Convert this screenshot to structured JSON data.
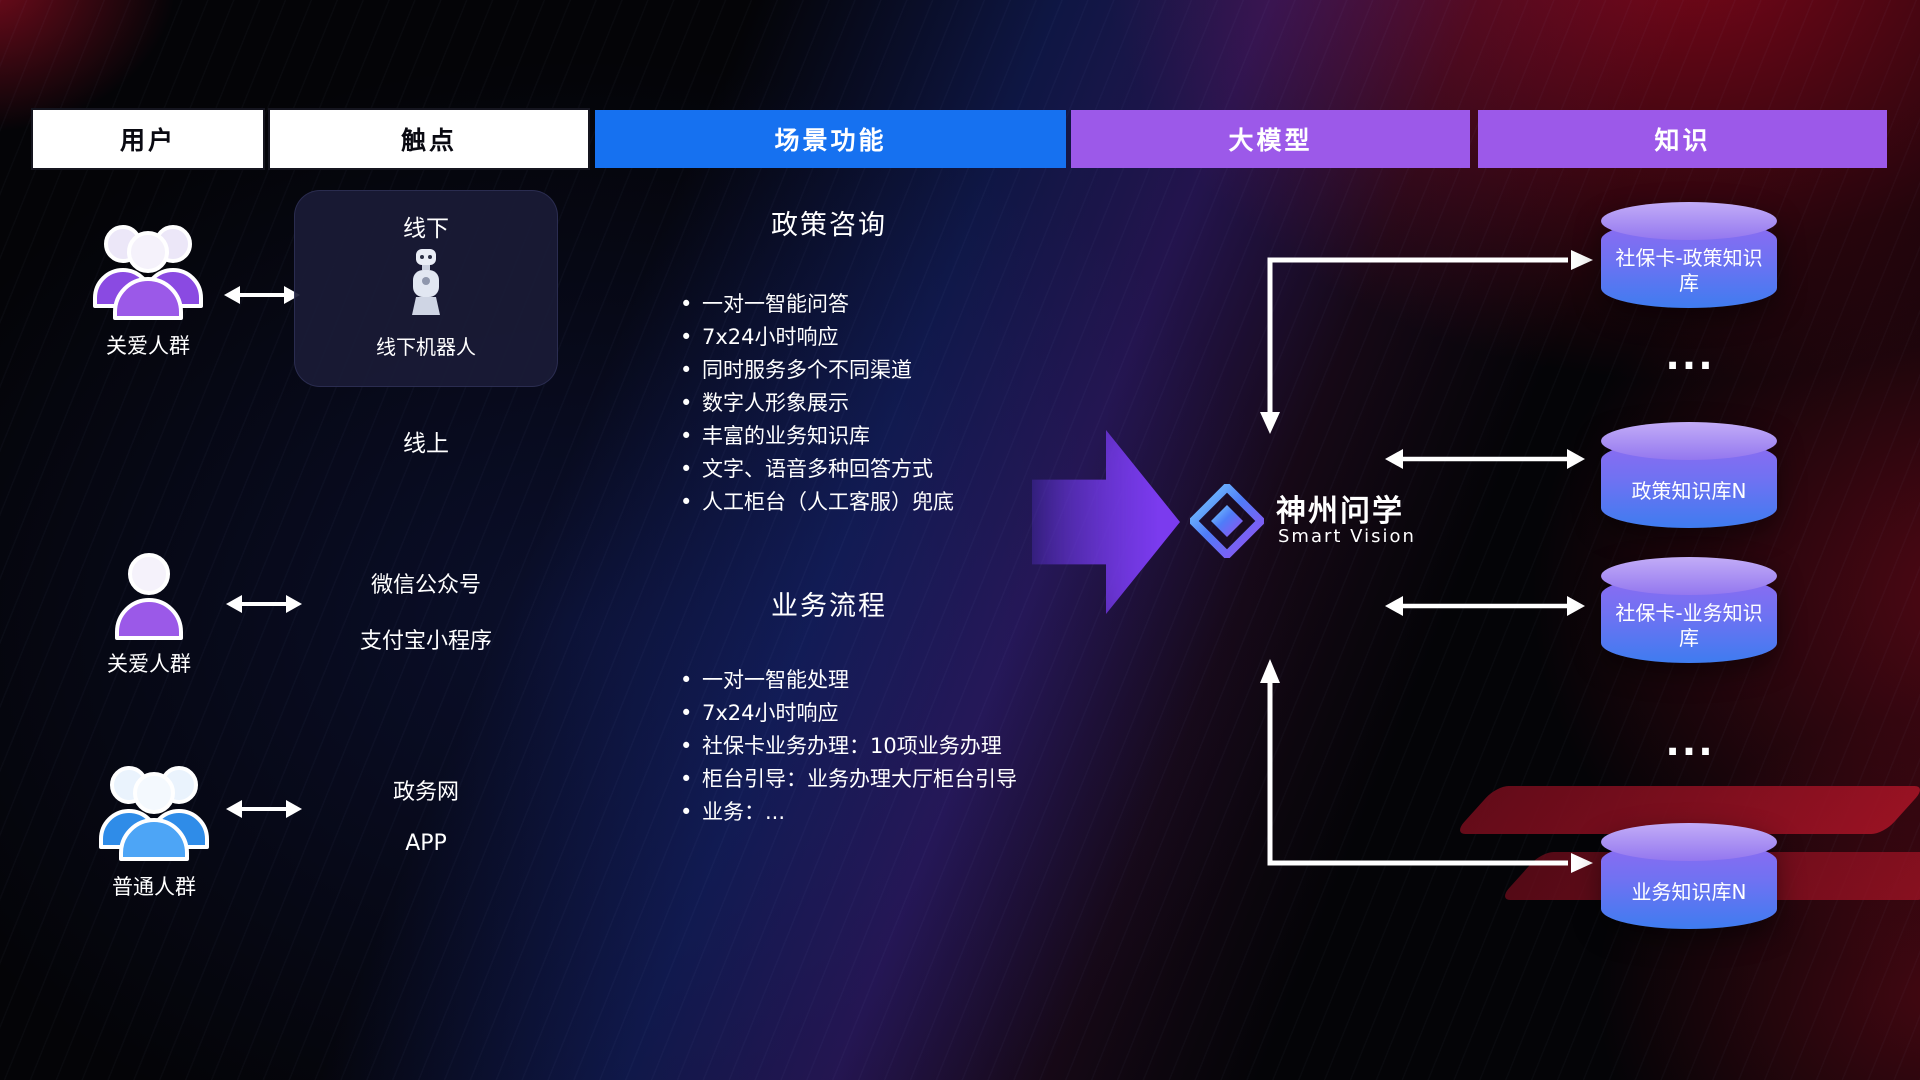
{
  "header": {
    "col_user": "用户",
    "col_touchpoint": "触点",
    "col_scenario": "场景功能",
    "col_model": "大模型",
    "col_knowledge": "知识"
  },
  "users": {
    "group1_label": "关爱人群",
    "group2_label": "关爱人群",
    "group3_label": "普通人群"
  },
  "touchpoints": {
    "offline_title": "线下",
    "offline_robot": "线下机器人",
    "online_title": "线上",
    "wechat": "微信公众号",
    "alipay": "支付宝小程序",
    "gov_web": "政务网",
    "app": "APP"
  },
  "scenario": {
    "policy": {
      "title": "政策咨询",
      "items": [
        "一对一智能问答",
        "7x24小时响应",
        "同时服务多个不同渠道",
        "数字人形象展示",
        "丰富的业务知识库",
        "文字、语音多种回答方式",
        "人工柜台（人工客服）兜底"
      ]
    },
    "business": {
      "title": "业务流程",
      "items": [
        "一对一智能处理",
        "7x24小时响应",
        "社保卡业务办理：10项业务办理",
        "柜台引导：业务办理大厅柜台引导",
        "业务：..."
      ]
    }
  },
  "model": {
    "brand": "神州问学",
    "brand_sub": "Smart Vision"
  },
  "knowledge": {
    "db1": "社保卡-政策知识库",
    "dots1": "...",
    "db2": "政策知识库N",
    "db3": "社保卡-业务知识库",
    "dots2": "...",
    "db4": "业务知识库N"
  },
  "colors": {
    "header_blue": "#1671f0",
    "header_purple": "#9c59e9",
    "user_purple": "#9b59e8",
    "user_blue": "#4da5f6",
    "cylinder_top": "#b49bf2",
    "cylinder_bottom": "#3f7cf0",
    "flow_arrow_purple": "#7b3bee",
    "background_red": "#980820"
  }
}
